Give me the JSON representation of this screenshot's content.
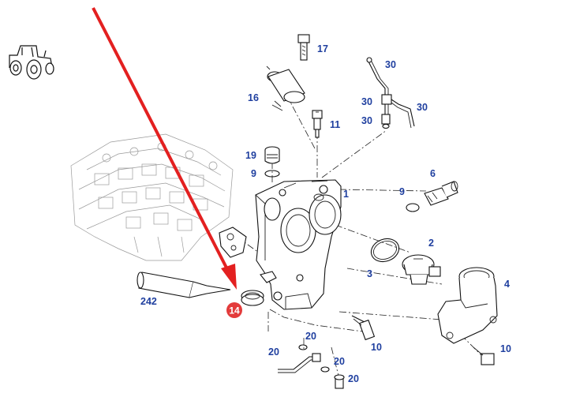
{
  "diagram": {
    "callouts": [
      {
        "id": "c17",
        "text": "17"
      },
      {
        "id": "c16",
        "text": "16"
      },
      {
        "id": "c11",
        "text": "11"
      },
      {
        "id": "c19",
        "text": "19"
      },
      {
        "id": "c9a",
        "text": "9"
      },
      {
        "id": "c1",
        "text": "1"
      },
      {
        "id": "c30a",
        "text": "30"
      },
      {
        "id": "c30b",
        "text": "30"
      },
      {
        "id": "c30c",
        "text": "30"
      },
      {
        "id": "c30d",
        "text": "30"
      },
      {
        "id": "c6",
        "text": "6"
      },
      {
        "id": "c9b",
        "text": "9"
      },
      {
        "id": "c2",
        "text": "2"
      },
      {
        "id": "c3",
        "text": "3"
      },
      {
        "id": "c4",
        "text": "4"
      },
      {
        "id": "c242",
        "text": "242"
      },
      {
        "id": "c20a",
        "text": "20"
      },
      {
        "id": "c20b",
        "text": "20"
      },
      {
        "id": "c20c",
        "text": "20"
      },
      {
        "id": "c20d",
        "text": "20"
      },
      {
        "id": "c10a",
        "text": "10"
      },
      {
        "id": "c10b",
        "text": "10"
      }
    ],
    "highlight": {
      "text": "14",
      "badge_color": "#e33b3b",
      "arrow_color": "#e32020"
    },
    "label_color": "#1f3f9f",
    "icon": "tractor-icon"
  }
}
